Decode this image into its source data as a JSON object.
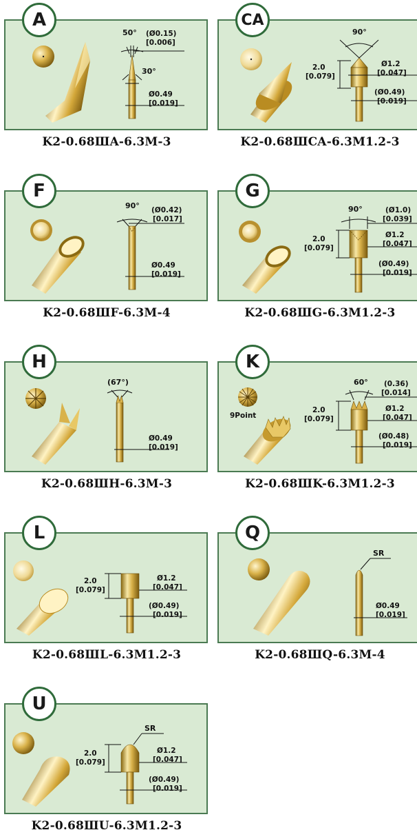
{
  "cards": [
    {
      "letter": "A",
      "code": "K2-0.68ШA-6.3M-3",
      "dims": {
        "angle_top": "50°",
        "tip_mm": "(Ø0.15)",
        "tip_in": "[0.006]",
        "angle_mid": "30°",
        "dia_mm": "Ø0.49",
        "dia_in": "[0.019]"
      }
    },
    {
      "letter": "CA",
      "code": "K2-0.68ШCA-6.3M1.2-3",
      "dims": {
        "angle": "90°",
        "len_mm": "2.0",
        "len_in": "[0.079]",
        "head_mm": "Ø1.2",
        "head_in": "[0.047]",
        "dia_mm": "(Ø0.49)",
        "dia_in": "[0.019]"
      }
    },
    {
      "letter": "F",
      "code": "K2-0.68ШF-6.3M-4",
      "dims": {
        "angle": "90°",
        "cup_mm": "(Ø0.42)",
        "cup_in": "[0.017]",
        "dia_mm": "Ø0.49",
        "dia_in": "[0.019]"
      }
    },
    {
      "letter": "G",
      "code": "K2-0.68ШG-6.3M1.2-3",
      "dims": {
        "angle": "90°",
        "cup_mm": "(Ø1.0)",
        "cup_in": "[0.039]",
        "len_mm": "2.0",
        "len_in": "[0.079]",
        "head_mm": "Ø1.2",
        "head_in": "[0.047]",
        "dia_mm": "(Ø0.49)",
        "dia_in": "[0.019]"
      }
    },
    {
      "letter": "H",
      "code": "K2-0.68ШH-6.3M-3",
      "dims": {
        "angle": "(67°)",
        "dia_mm": "Ø0.49",
        "dia_in": "[0.019]"
      }
    },
    {
      "letter": "K",
      "code": "K2-0.68ШK-6.3M1.2-3",
      "dims": {
        "point_label": "9Point",
        "angle": "60°",
        "tip_mm": "(0.36)",
        "tip_in": "[0.014]",
        "len_mm": "2.0",
        "len_in": "[0.079]",
        "head_mm": "Ø1.2",
        "head_in": "[0.047]",
        "dia_mm": "(Ø0.48)",
        "dia_in": "[0.019]"
      }
    },
    {
      "letter": "L",
      "code": "K2-0.68ШL-6.3M1.2-3",
      "dims": {
        "len_mm": "2.0",
        "len_in": "[0.079]",
        "head_mm": "Ø1.2",
        "head_in": "[0.047]",
        "dia_mm": "(Ø0.49)",
        "dia_in": "[0.019]"
      }
    },
    {
      "letter": "Q",
      "code": "K2-0.68ШQ-6.3M-4",
      "dims": {
        "sr": "SR",
        "dia_mm": "Ø0.49",
        "dia_in": "[0.019]"
      }
    },
    {
      "letter": "U",
      "code": "K2-0.68ШU-6.3M1.2-3",
      "dims": {
        "sr": "SR",
        "len_mm": "2.0",
        "len_in": "[0.079]",
        "head_mm": "Ø1.2",
        "head_in": "[0.047]",
        "dia_mm": "(Ø0.49)",
        "dia_in": "[0.019]"
      }
    }
  ],
  "colors": {
    "panel": "#d9ead3",
    "panel_border": "#4a7a52",
    "badge_border": "#2f6b3a",
    "gold_light": "#f7e7a6",
    "gold_mid": "#d9b24a",
    "gold_dark": "#8a6a12"
  }
}
